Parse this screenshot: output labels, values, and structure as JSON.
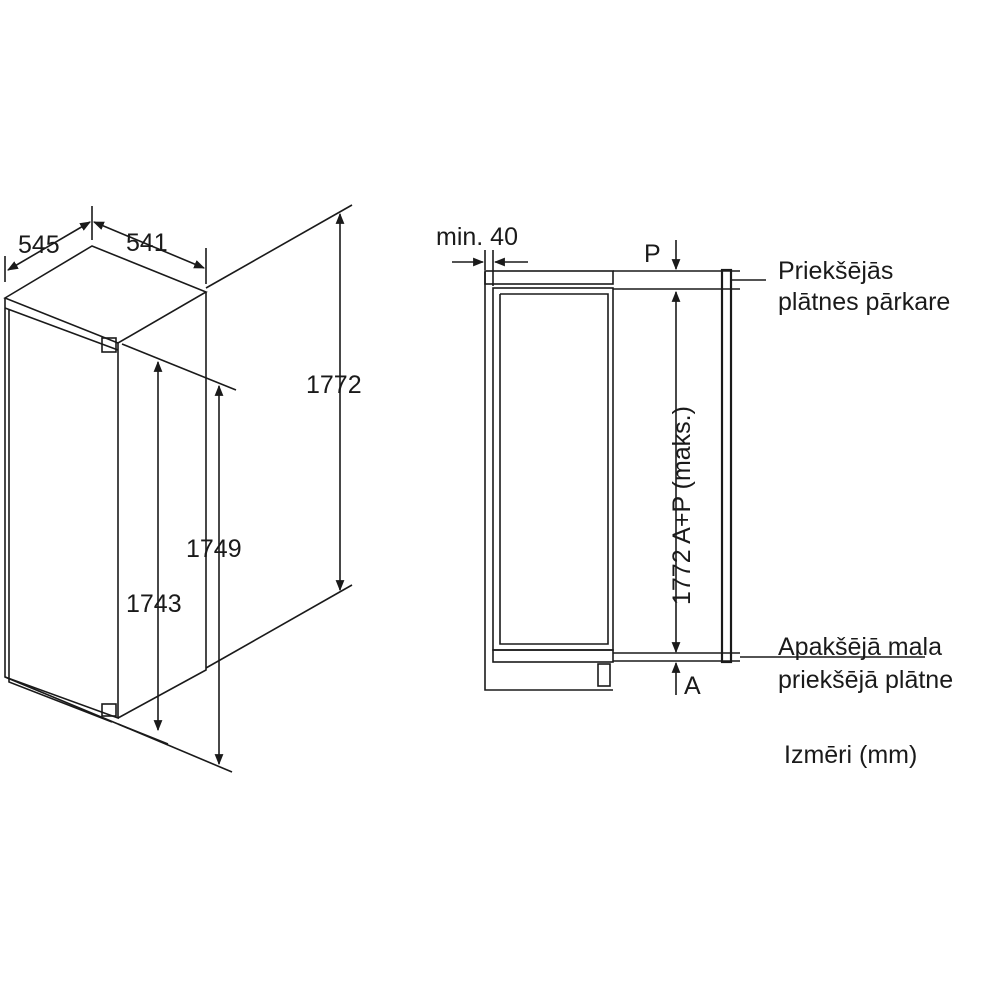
{
  "left_view": {
    "dim_depth": "545",
    "dim_width": "541",
    "dim_height_total": "1772",
    "dim_height_1749": "1749",
    "dim_height_1743": "1743"
  },
  "right_view": {
    "min_gap": "min. 40",
    "label_p": "P",
    "label_a": "A",
    "dim_vertical": "1772 A+P (maks.)",
    "callout_top_line1": "Priekšējās",
    "callout_top_line2": "plātnes pārkare",
    "callout_bottom_line1": "Apakšējā mala",
    "callout_bottom_line2": "priekšējā plātne"
  },
  "units_note": "Izmēri (mm)"
}
